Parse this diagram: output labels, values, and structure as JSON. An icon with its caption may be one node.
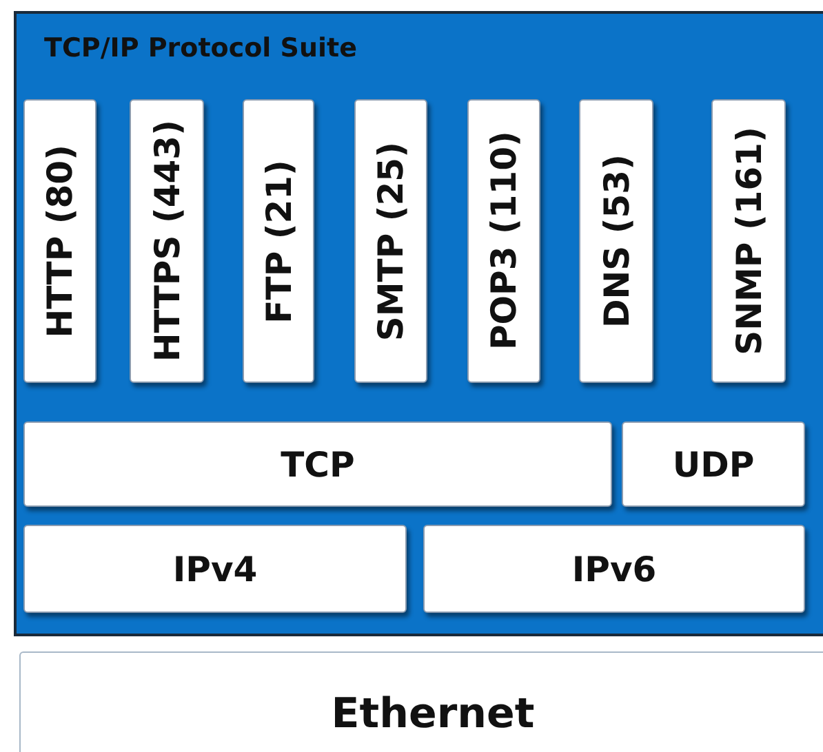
{
  "diagram": {
    "nodes": [
      {
        "text": [
          "TCP/IP Protocol Suite"
        ]
      },
      {
        "text": [
          "HTTP (80)"
        ],
        "in": 0
      },
      {
        "text": [
          "HTTPS (443)"
        ],
        "in": 0
      },
      {
        "text": [
          "FTP (21)"
        ],
        "in": 0
      },
      {
        "text": [
          "SMTP (25)"
        ],
        "in": 0
      },
      {
        "text": [
          "POP3 (110)"
        ],
        "in": 0
      },
      {
        "text": [
          "DNS (53)"
        ],
        "in": 0
      },
      {
        "text": [
          "SNMP (161)"
        ],
        "in": 0
      },
      {
        "text": [
          "TCP"
        ],
        "in": 0
      },
      {
        "text": [
          "UDP"
        ],
        "in": 0
      },
      {
        "text": [
          "IPv4"
        ],
        "in": 0
      },
      {
        "text": [
          "IPv6"
        ],
        "in": 0
      },
      {
        "text": [
          "Ethernet"
        ]
      }
    ]
  }
}
